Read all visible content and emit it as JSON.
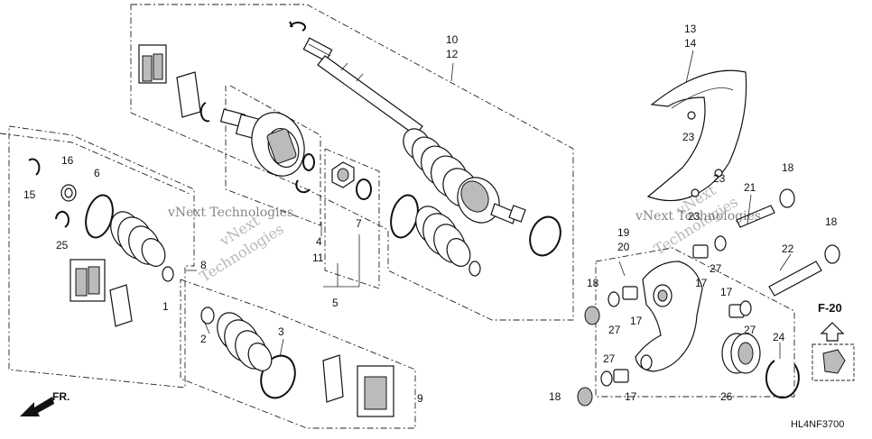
{
  "watermark": {
    "company_line1": "vNext Technologies",
    "company_line2": "vNext Technologies",
    "diag_a1": "vNext",
    "diag_a2": "Technologies",
    "diag_b1": "vNext",
    "diag_b2": "Technologies"
  },
  "callouts": {
    "c1": "1",
    "c2": "2",
    "c3": "3",
    "c4": "4",
    "c5": "5",
    "c6": "6",
    "c7": "7",
    "c8": "8",
    "c9": "9",
    "c10": "10",
    "c11": "11",
    "c12": "12",
    "c13": "13",
    "c14": "14",
    "c15": "15",
    "c16": "16",
    "c17a": "17",
    "c17b": "17",
    "c17c": "17",
    "c17d": "17",
    "c18a": "18",
    "c18b": "18",
    "c18c": "18",
    "c18d": "18",
    "c19": "19",
    "c20": "20",
    "c21": "21",
    "c22": "22",
    "c23a": "23",
    "c23b": "23",
    "c23c": "23",
    "c24": "24",
    "c25": "25",
    "c26": "26",
    "c27a": "27",
    "c27b": "27",
    "c27c": "27",
    "c27d": "27"
  },
  "front_arrow": {
    "label": "FR."
  },
  "reference": {
    "label": "F-20"
  },
  "diagram_code": "HL4NF3700"
}
